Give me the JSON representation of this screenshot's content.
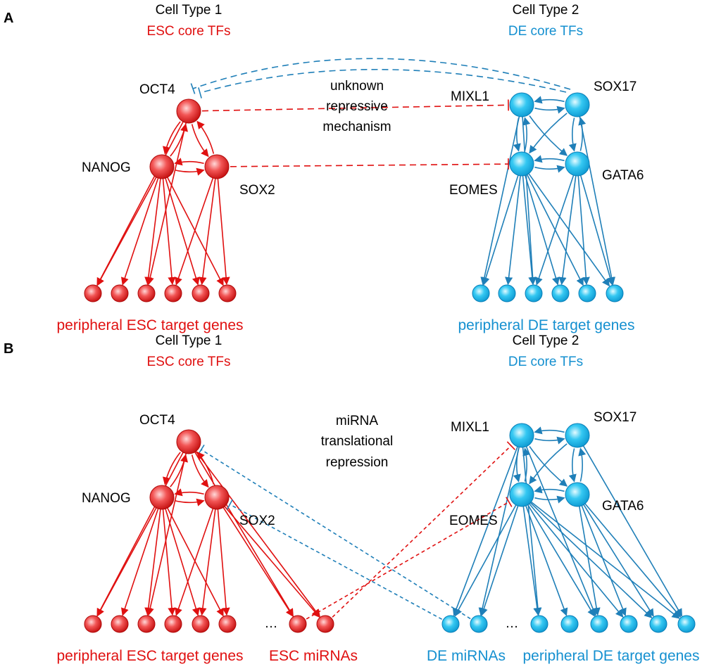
{
  "panels": {
    "A": {
      "letter": "A",
      "left_title": "Cell Type 1",
      "left_subtitle": "ESC core TFs",
      "right_title": "Cell Type 2",
      "right_subtitle": "DE core TFs",
      "left_nodes": {
        "oct4": "OCT4",
        "nanog": "NANOG",
        "sox2": "SOX2"
      },
      "right_nodes": {
        "mixl1": "MIXL1",
        "sox17": "SOX17",
        "eomes": "EOMES",
        "gata6": "GATA6"
      },
      "middle_text": [
        "unknown",
        "repressive",
        "mechanism"
      ],
      "left_bottom": "peripheral ESC target genes",
      "right_bottom": "peripheral DE target genes"
    },
    "B": {
      "letter": "B",
      "left_title": "Cell Type 1",
      "left_subtitle": "ESC core TFs",
      "right_title": "Cell Type 2",
      "right_subtitle": "DE core TFs",
      "left_nodes": {
        "oct4": "OCT4",
        "nanog": "NANOG",
        "sox2": "SOX2"
      },
      "right_nodes": {
        "mixl1": "MIXL1",
        "sox17": "SOX17",
        "eomes": "EOMES",
        "gata6": "GATA6"
      },
      "middle_text": [
        "miRNA",
        "translational",
        "repression"
      ],
      "left_bottom": "peripheral ESC target genes",
      "esc_mirnas": "ESC miRNAs",
      "de_mirnas": "DE miRNAs",
      "right_bottom": "peripheral DE target genes",
      "ellipsis_left": "…",
      "ellipsis_right": "…"
    }
  },
  "colors": {
    "esc_red": "#e01010",
    "de_blue": "#1590d0"
  }
}
